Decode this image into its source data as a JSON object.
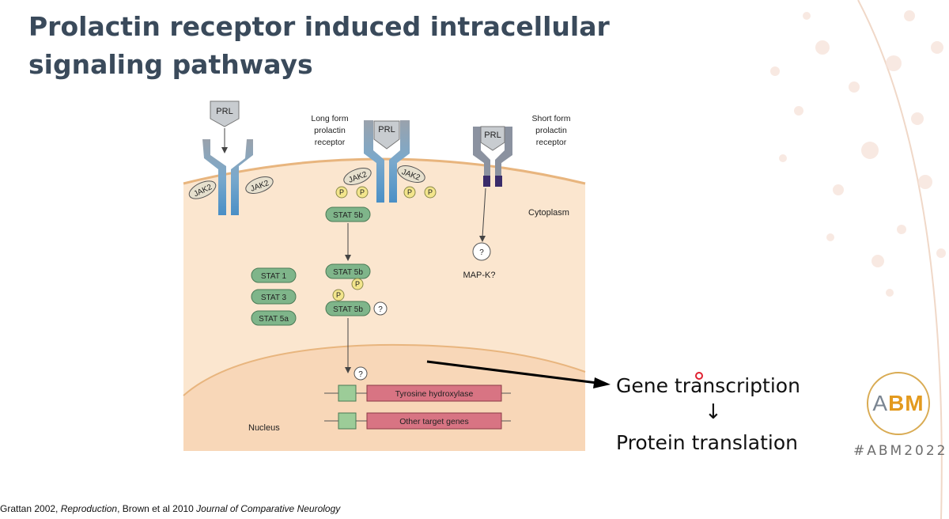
{
  "slide": {
    "title": "Prolactin receptor induced intracellular signaling pathways"
  },
  "diagram": {
    "prl_label": "PRL",
    "long_form_label": [
      "Long form",
      "prolactin",
      "receptor"
    ],
    "short_form_label": [
      "Short form",
      "prolactin",
      "receptor"
    ],
    "jak2_label": "JAK2",
    "phospho_label": "P",
    "unknown_label": "?",
    "cytoplasm_label": "Cytoplasm",
    "nucleus_label": "Nucleus",
    "stat5b_label": "STAT 5b",
    "stat_list": [
      "STAT 1",
      "STAT 3",
      "STAT 5a"
    ],
    "mapk_label": "MAP-K?",
    "genes": [
      "Tyrosine hydroxylase",
      "Other target genes"
    ]
  },
  "annotations": {
    "gene_transcription": "Gene transcription",
    "protein_translation": "Protein translation",
    "down_arrow": "↓"
  },
  "branding": {
    "logo_a": "A",
    "logo_bm": "BM",
    "hashtag": "#ABM2022"
  },
  "citation": {
    "part1": "Grattan 2002, ",
    "journal1": "Reproduction",
    "part2": ", Brown et al 2010 ",
    "journal2": "Journal of Comparative Neurology"
  },
  "colors": {
    "title": "#3a4a5b",
    "cytoplasm": "#fbe6cf",
    "membrane": "#e8b57e",
    "stat_green": "#7fb58a",
    "phospho_yellow": "#f3e58c",
    "gene_pink": "#d87483",
    "logo_gold": "#d9ab53"
  }
}
